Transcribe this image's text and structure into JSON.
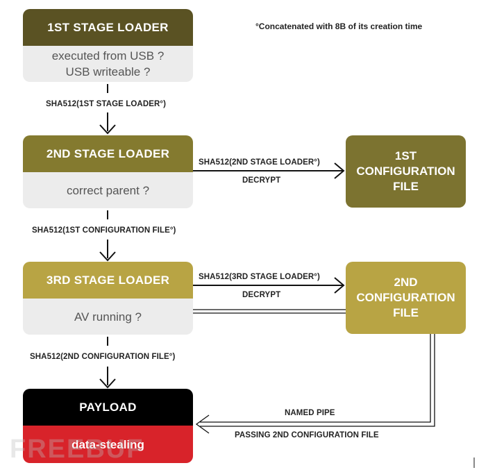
{
  "note": "°Concatenated with 8B of its creation time",
  "stage1": {
    "title": "1ST STAGE LOADER",
    "check_line1": "executed from USB ?",
    "check_line2": "USB writeable ?"
  },
  "stage2": {
    "title": "2ND STAGE LOADER",
    "check": "correct parent ?"
  },
  "stage3": {
    "title": "3RD STAGE LOADER",
    "check": "AV running ?"
  },
  "payload": {
    "title": "PAYLOAD",
    "subtitle": "data-stealing"
  },
  "config1": {
    "line1": "1ST",
    "line2": "CONFIGURATION",
    "line3": "FILE"
  },
  "config2": {
    "line1": "2ND",
    "line2": "CONFIGURATION",
    "line3": "FILE"
  },
  "edges": {
    "s1_to_s2": "SHA512(1ST STAGE LOADER°)",
    "s2_to_s3": "SHA512(1ST CONFIGURATION FILE°)",
    "s3_to_payload": "SHA512(2ND CONFIGURATION FILE°)",
    "s2_to_cfg1_top": "SHA512(2ND STAGE LOADER°)",
    "s2_to_cfg1_bottom": "DECRYPT",
    "s3_to_cfg2_top": "SHA512(3RD STAGE LOADER°)",
    "s3_to_cfg2_bottom": "DECRYPT",
    "cfg2_to_payload_top": "NAMED PIPE",
    "cfg2_to_payload_bottom": "PASSING 2ND CONFIGURATION FILE"
  },
  "watermark": "FREEBUF",
  "colors": {
    "stage1_head": "#5a5223",
    "stage2_head": "#847a2f",
    "stage3_head": "#b8a444",
    "config1": "#7c7330",
    "config2": "#b8a444",
    "payload_head": "#000000",
    "payload_body": "#d8232a",
    "check_bg": "#ececec"
  }
}
